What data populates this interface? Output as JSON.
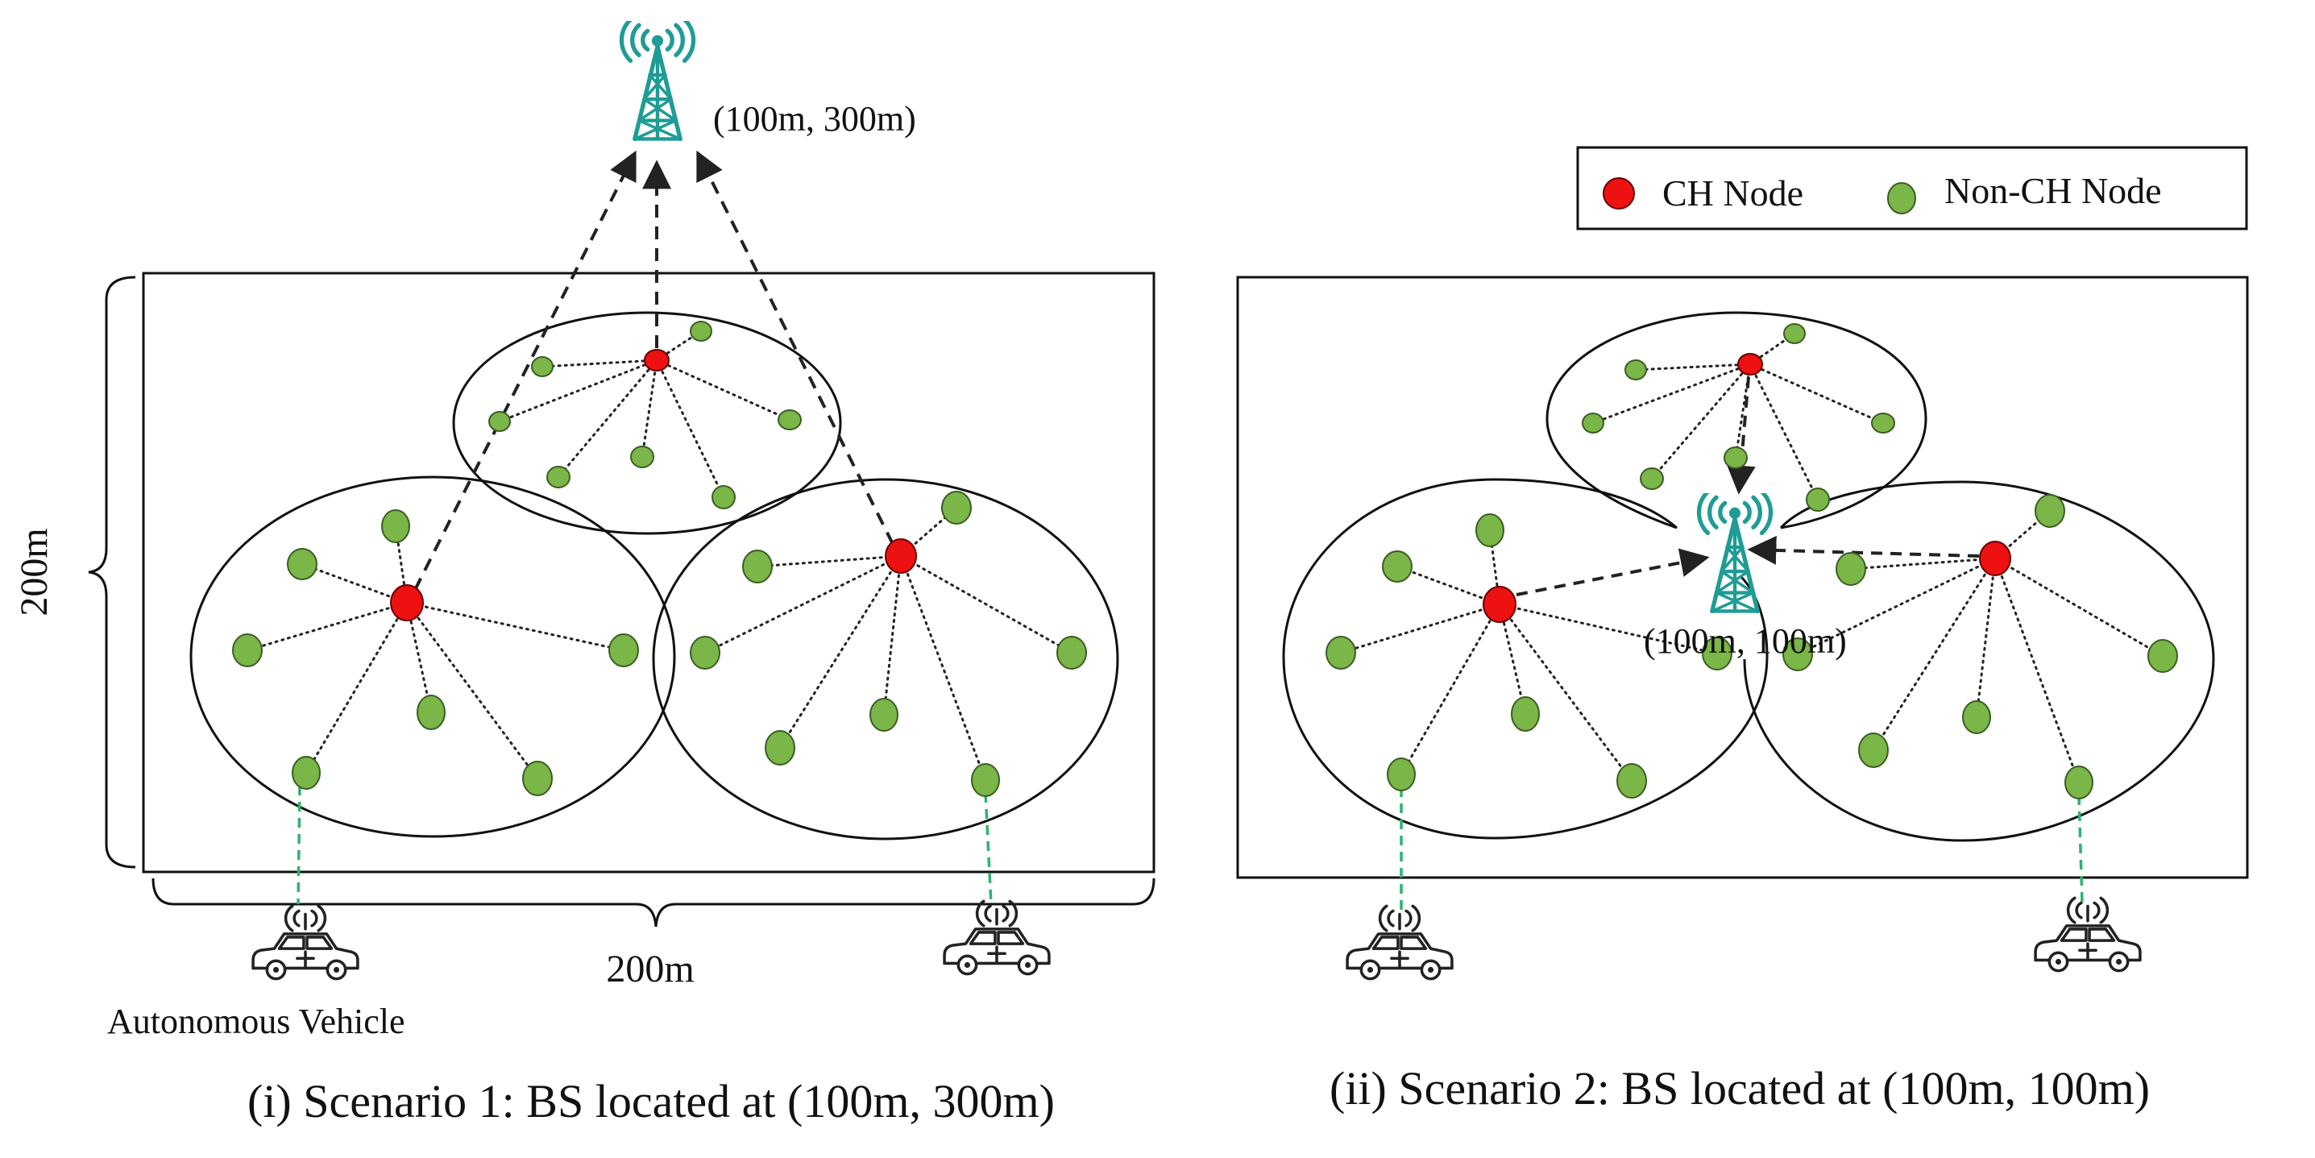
{
  "colors": {
    "ch_node": "#ee1111",
    "non_ch_node": "#7ab648",
    "tower": "#1f9c95",
    "link": "#222222",
    "vehicle_link": "#2fb36a"
  },
  "icons": {
    "tower": "cell-tower-icon",
    "vehicle": "autonomous-car-icon"
  },
  "legend": {
    "ch_label": "CH Node",
    "non_ch_label": "Non-CH Node"
  },
  "scenario1": {
    "bs_label": "(100m, 300m)",
    "height_label": "200m",
    "width_label": "200m",
    "vehicle_label": "Autonomous Vehicle",
    "caption": "(i) Scenario 1: BS located at (100m, 300m)"
  },
  "scenario2": {
    "bs_label": "(100m, 100m)",
    "caption": "(ii) Scenario 2: BS located at (100m, 100m)"
  }
}
